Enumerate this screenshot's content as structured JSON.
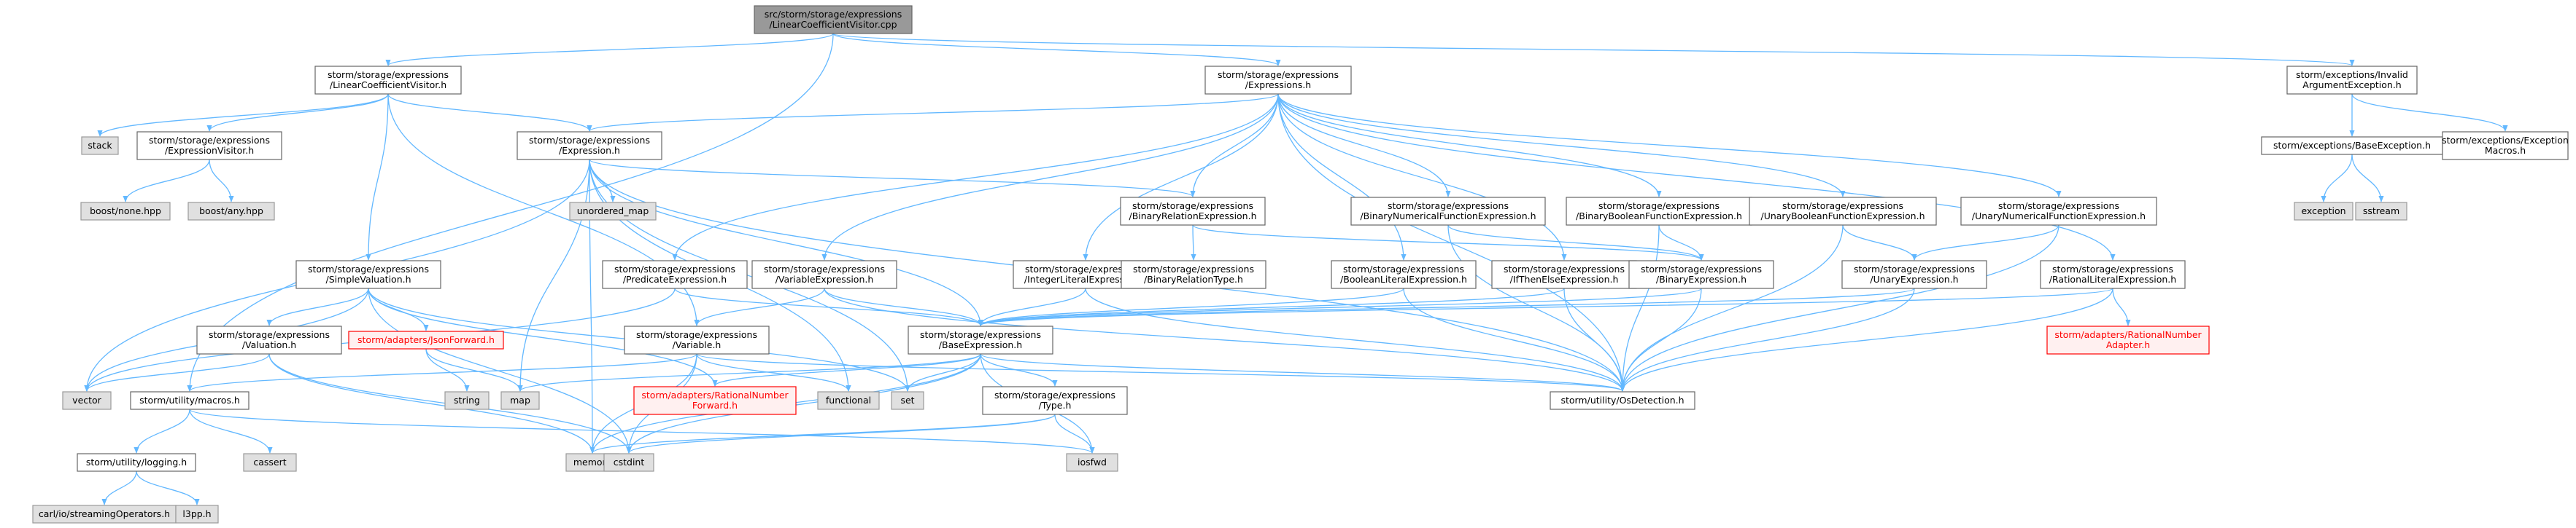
{
  "colors": {
    "root_fill": "#999999",
    "root_border": "#666666",
    "file_fill": "#ffffff",
    "file_border": "#666666",
    "system_fill": "#e0e0e0",
    "system_border": "#999999",
    "missing_fill": "#fff0f0",
    "missing_border": "#ff0000",
    "missing_text": "#ff0000",
    "text": "#000000",
    "edge": "#63b8ff"
  },
  "nodes": [
    {
      "id": "root",
      "lines": [
        "src/storm/storage/expressions",
        "/LinearCoefficientVisitor.cpp"
      ],
      "kind": "root"
    },
    {
      "id": "lcv_h",
      "lines": [
        "storm/storage/expressions",
        "/LinearCoefficientVisitor.h"
      ],
      "kind": "file"
    },
    {
      "id": "exprs_h",
      "lines": [
        "storm/storage/expressions",
        "/Expressions.h"
      ],
      "kind": "file"
    },
    {
      "id": "invalid_arg",
      "lines": [
        "storm/exceptions/Invalid",
        "ArgumentException.h"
      ],
      "kind": "file"
    },
    {
      "id": "stack",
      "lines": [
        "stack"
      ],
      "kind": "system"
    },
    {
      "id": "expr_visitor",
      "lines": [
        "storm/storage/expressions",
        "/ExpressionVisitor.h"
      ],
      "kind": "file"
    },
    {
      "id": "expression_h",
      "lines": [
        "storm/storage/expressions",
        "/Expression.h"
      ],
      "kind": "file"
    },
    {
      "id": "base_exception",
      "lines": [
        "storm/exceptions/BaseException.h"
      ],
      "kind": "file"
    },
    {
      "id": "exc_macros",
      "lines": [
        "storm/exceptions/Exception",
        "Macros.h"
      ],
      "kind": "file"
    },
    {
      "id": "boost_none",
      "lines": [
        "boost/none.hpp"
      ],
      "kind": "system"
    },
    {
      "id": "boost_any",
      "lines": [
        "boost/any.hpp"
      ],
      "kind": "system"
    },
    {
      "id": "unordered_map",
      "lines": [
        "unordered_map"
      ],
      "kind": "system"
    },
    {
      "id": "exception",
      "lines": [
        "exception"
      ],
      "kind": "system"
    },
    {
      "id": "sstream",
      "lines": [
        "sstream"
      ],
      "kind": "system"
    },
    {
      "id": "binrel",
      "lines": [
        "storm/storage/expressions",
        "/BinaryRelationExpression.h"
      ],
      "kind": "file"
    },
    {
      "id": "binnum",
      "lines": [
        "storm/storage/expressions",
        "/BinaryNumericalFunctionExpression.h"
      ],
      "kind": "file"
    },
    {
      "id": "binbool",
      "lines": [
        "storm/storage/expressions",
        "/BinaryBooleanFunctionExpression.h"
      ],
      "kind": "file"
    },
    {
      "id": "unbool",
      "lines": [
        "storm/storage/expressions",
        "/UnaryBooleanFunctionExpression.h"
      ],
      "kind": "file"
    },
    {
      "id": "unnum",
      "lines": [
        "storm/storage/expressions",
        "/UnaryNumericalFunctionExpression.h"
      ],
      "kind": "file"
    },
    {
      "id": "simpleval",
      "lines": [
        "storm/storage/expressions",
        "/SimpleValuation.h"
      ],
      "kind": "file"
    },
    {
      "id": "predicate",
      "lines": [
        "storm/storage/expressions",
        "/PredicateExpression.h"
      ],
      "kind": "file"
    },
    {
      "id": "varexpr",
      "lines": [
        "storm/storage/expressions",
        "/VariableExpression.h"
      ],
      "kind": "file"
    },
    {
      "id": "intlit",
      "lines": [
        "storm/storage/expressions",
        "/IntegerLiteralExpression.h"
      ],
      "kind": "file"
    },
    {
      "id": "binreltype",
      "lines": [
        "storm/storage/expressions",
        "/BinaryRelationType.h"
      ],
      "kind": "file"
    },
    {
      "id": "boollit",
      "lines": [
        "storm/storage/expressions",
        "/BooleanLiteralExpression.h"
      ],
      "kind": "file"
    },
    {
      "id": "ifthen",
      "lines": [
        "storm/storage/expressions",
        "/IfThenElseExpression.h"
      ],
      "kind": "file"
    },
    {
      "id": "binexpr",
      "lines": [
        "storm/storage/expressions",
        "/BinaryExpression.h"
      ],
      "kind": "file"
    },
    {
      "id": "unexpr",
      "lines": [
        "storm/storage/expressions",
        "/UnaryExpression.h"
      ],
      "kind": "file"
    },
    {
      "id": "ratlit",
      "lines": [
        "storm/storage/expressions",
        "/RationalLiteralExpression.h"
      ],
      "kind": "file"
    },
    {
      "id": "valuation",
      "lines": [
        "storm/storage/expressions",
        "/Valuation.h"
      ],
      "kind": "file"
    },
    {
      "id": "jsonfwd",
      "lines": [
        "storm/adapters/JsonForward.h"
      ],
      "kind": "missing"
    },
    {
      "id": "variable",
      "lines": [
        "storm/storage/expressions",
        "/Variable.h"
      ],
      "kind": "file"
    },
    {
      "id": "baseexpr",
      "lines": [
        "storm/storage/expressions",
        "/BaseExpression.h"
      ],
      "kind": "file"
    },
    {
      "id": "ratnumadapter",
      "lines": [
        "storm/adapters/RationalNumber",
        "Adapter.h"
      ],
      "kind": "missing"
    },
    {
      "id": "vector",
      "lines": [
        "vector"
      ],
      "kind": "system"
    },
    {
      "id": "macros",
      "lines": [
        "storm/utility/macros.h"
      ],
      "kind": "file"
    },
    {
      "id": "string",
      "lines": [
        "string"
      ],
      "kind": "system"
    },
    {
      "id": "map",
      "lines": [
        "map"
      ],
      "kind": "system"
    },
    {
      "id": "ratnumfwd",
      "lines": [
        "storm/adapters/RationalNumber",
        "Forward.h"
      ],
      "kind": "missing"
    },
    {
      "id": "functional",
      "lines": [
        "functional"
      ],
      "kind": "system"
    },
    {
      "id": "set",
      "lines": [
        "set"
      ],
      "kind": "system"
    },
    {
      "id": "type_h",
      "lines": [
        "storm/storage/expressions",
        "/Type.h"
      ],
      "kind": "file"
    },
    {
      "id": "osdetect",
      "lines": [
        "storm/utility/OsDetection.h"
      ],
      "kind": "file"
    },
    {
      "id": "cassert",
      "lines": [
        "cassert"
      ],
      "kind": "system"
    },
    {
      "id": "memory",
      "lines": [
        "memory"
      ],
      "kind": "system"
    },
    {
      "id": "cstdint",
      "lines": [
        "cstdint"
      ],
      "kind": "system"
    },
    {
      "id": "iosfwd",
      "lines": [
        "iosfwd"
      ],
      "kind": "system"
    },
    {
      "id": "logging",
      "lines": [
        "storm/utility/logging.h"
      ],
      "kind": "file"
    },
    {
      "id": "carl_stream",
      "lines": [
        "carl/io/streamingOperators.h"
      ],
      "kind": "system"
    },
    {
      "id": "l3pp",
      "lines": [
        "l3pp.h"
      ],
      "kind": "system"
    }
  ],
  "edges": [
    [
      "root",
      "lcv_h"
    ],
    [
      "root",
      "exprs_h"
    ],
    [
      "root",
      "invalid_arg"
    ],
    [
      "root",
      "macros"
    ],
    [
      "lcv_h",
      "stack"
    ],
    [
      "lcv_h",
      "expr_visitor"
    ],
    [
      "lcv_h",
      "expression_h"
    ],
    [
      "lcv_h",
      "simpleval"
    ],
    [
      "lcv_h",
      "variable"
    ],
    [
      "expr_visitor",
      "boost_none"
    ],
    [
      "expr_visitor",
      "boost_any"
    ],
    [
      "exprs_h",
      "expression_h"
    ],
    [
      "exprs_h",
      "binrel"
    ],
    [
      "exprs_h",
      "binnum"
    ],
    [
      "exprs_h",
      "binbool"
    ],
    [
      "exprs_h",
      "unbool"
    ],
    [
      "exprs_h",
      "unnum"
    ],
    [
      "exprs_h",
      "predicate"
    ],
    [
      "exprs_h",
      "varexpr"
    ],
    [
      "exprs_h",
      "intlit"
    ],
    [
      "exprs_h",
      "boollit"
    ],
    [
      "exprs_h",
      "ifthen"
    ],
    [
      "exprs_h",
      "ratlit"
    ],
    [
      "exprs_h",
      "osdetect"
    ],
    [
      "invalid_arg",
      "base_exception"
    ],
    [
      "invalid_arg",
      "exc_macros"
    ],
    [
      "base_exception",
      "exception"
    ],
    [
      "base_exception",
      "sstream"
    ],
    [
      "expression_h",
      "unordered_map"
    ],
    [
      "expression_h",
      "vector"
    ],
    [
      "expression_h",
      "map"
    ],
    [
      "expression_h",
      "baseexpr"
    ],
    [
      "expression_h",
      "functional"
    ],
    [
      "expression_h",
      "set"
    ],
    [
      "expression_h",
      "osdetect"
    ],
    [
      "expression_h",
      "binrel"
    ],
    [
      "expression_h",
      "memory"
    ],
    [
      "binrel",
      "binreltype"
    ],
    [
      "binrel",
      "binexpr"
    ],
    [
      "binnum",
      "binexpr"
    ],
    [
      "binnum",
      "osdetect"
    ],
    [
      "binbool",
      "binexpr"
    ],
    [
      "binbool",
      "osdetect"
    ],
    [
      "unbool",
      "unexpr"
    ],
    [
      "unbool",
      "osdetect"
    ],
    [
      "unnum",
      "unexpr"
    ],
    [
      "unnum",
      "osdetect"
    ],
    [
      "simpleval",
      "valuation"
    ],
    [
      "simpleval",
      "jsonfwd"
    ],
    [
      "simpleval",
      "vector"
    ],
    [
      "simpleval",
      "ratnumfwd"
    ],
    [
      "simpleval",
      "cstdint"
    ],
    [
      "simpleval",
      "set"
    ],
    [
      "predicate",
      "baseexpr"
    ],
    [
      "predicate",
      "vector"
    ],
    [
      "varexpr",
      "variable"
    ],
    [
      "varexpr",
      "baseexpr"
    ],
    [
      "varexpr",
      "osdetect"
    ],
    [
      "intlit",
      "baseexpr"
    ],
    [
      "intlit",
      "osdetect"
    ],
    [
      "boollit",
      "baseexpr"
    ],
    [
      "boollit",
      "osdetect"
    ],
    [
      "ifthen",
      "baseexpr"
    ],
    [
      "ifthen",
      "osdetect"
    ],
    [
      "binexpr",
      "baseexpr"
    ],
    [
      "binexpr",
      "osdetect"
    ],
    [
      "unexpr",
      "baseexpr"
    ],
    [
      "unexpr",
      "osdetect"
    ],
    [
      "ratlit",
      "baseexpr"
    ],
    [
      "ratlit",
      "ratnumadapter"
    ],
    [
      "ratlit",
      "osdetect"
    ],
    [
      "valuation",
      "vector"
    ],
    [
      "valuation",
      "memory"
    ],
    [
      "valuation",
      "cstdint"
    ],
    [
      "jsonfwd",
      "string"
    ],
    [
      "jsonfwd",
      "map"
    ],
    [
      "variable",
      "memory"
    ],
    [
      "variable",
      "cstdint"
    ],
    [
      "variable",
      "functional"
    ],
    [
      "variable",
      "macros"
    ],
    [
      "variable",
      "osdetect"
    ],
    [
      "baseexpr",
      "map"
    ],
    [
      "baseexpr",
      "set"
    ],
    [
      "baseexpr",
      "ratnumfwd"
    ],
    [
      "baseexpr",
      "type_h"
    ],
    [
      "baseexpr",
      "osdetect"
    ],
    [
      "baseexpr",
      "memory"
    ],
    [
      "baseexpr",
      "cstdint"
    ],
    [
      "baseexpr",
      "iosfwd"
    ],
    [
      "type_h",
      "memory"
    ],
    [
      "type_h",
      "cstdint"
    ],
    [
      "type_h",
      "iosfwd"
    ],
    [
      "macros",
      "cassert"
    ],
    [
      "macros",
      "logging"
    ],
    [
      "macros",
      "iosfwd"
    ],
    [
      "logging",
      "carl_stream"
    ],
    [
      "logging",
      "l3pp"
    ]
  ]
}
